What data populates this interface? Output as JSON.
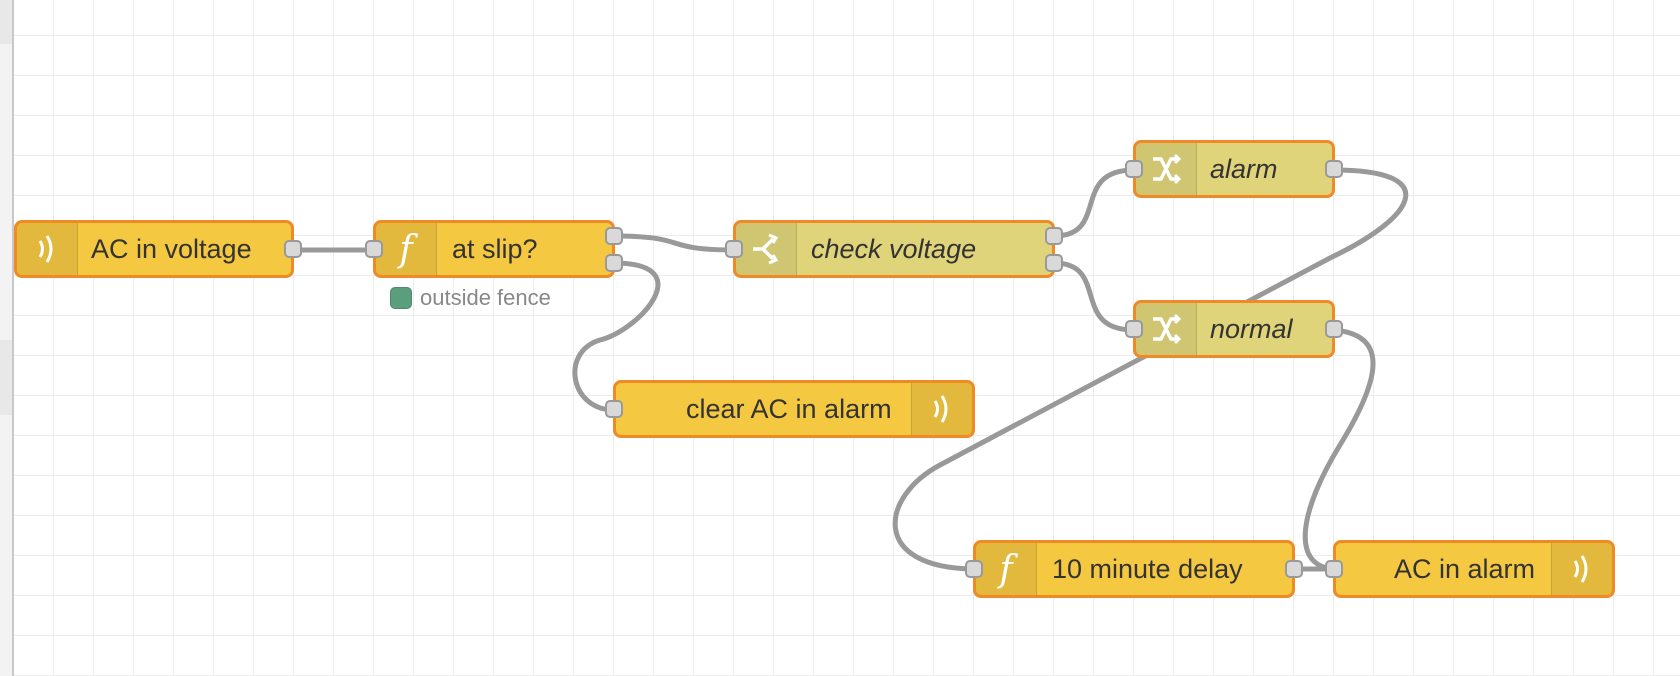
{
  "nodes": [
    {
      "id": "n1",
      "label": "AC in voltage",
      "icon": "broadcast-wave-icon",
      "color": "#f5c842"
    },
    {
      "id": "n2",
      "label": "at slip?",
      "icon": "function-icon",
      "color": "#f5c842",
      "status": "outside fence"
    },
    {
      "id": "n3",
      "label": "check voltage",
      "icon": "switch-icon",
      "color": "#e0d47a"
    },
    {
      "id": "n4",
      "label": "alarm",
      "icon": "change-icon",
      "color": "#e0d47a"
    },
    {
      "id": "n5",
      "label": "normal",
      "icon": "change-icon",
      "color": "#e0d47a"
    },
    {
      "id": "n6",
      "label": "clear AC in alarm",
      "icon": "broadcast-wave-icon",
      "color": "#f5c842"
    },
    {
      "id": "n7",
      "label": "10 minute delay",
      "icon": "function-icon",
      "color": "#f5c842"
    },
    {
      "id": "n8",
      "label": "AC in alarm",
      "icon": "broadcast-wave-icon",
      "color": "#f5c842"
    }
  ],
  "colors": {
    "node_border": "#f08a26",
    "wire": "#999999",
    "grid": "#ececec",
    "status_dot": "#5a9e7d"
  }
}
